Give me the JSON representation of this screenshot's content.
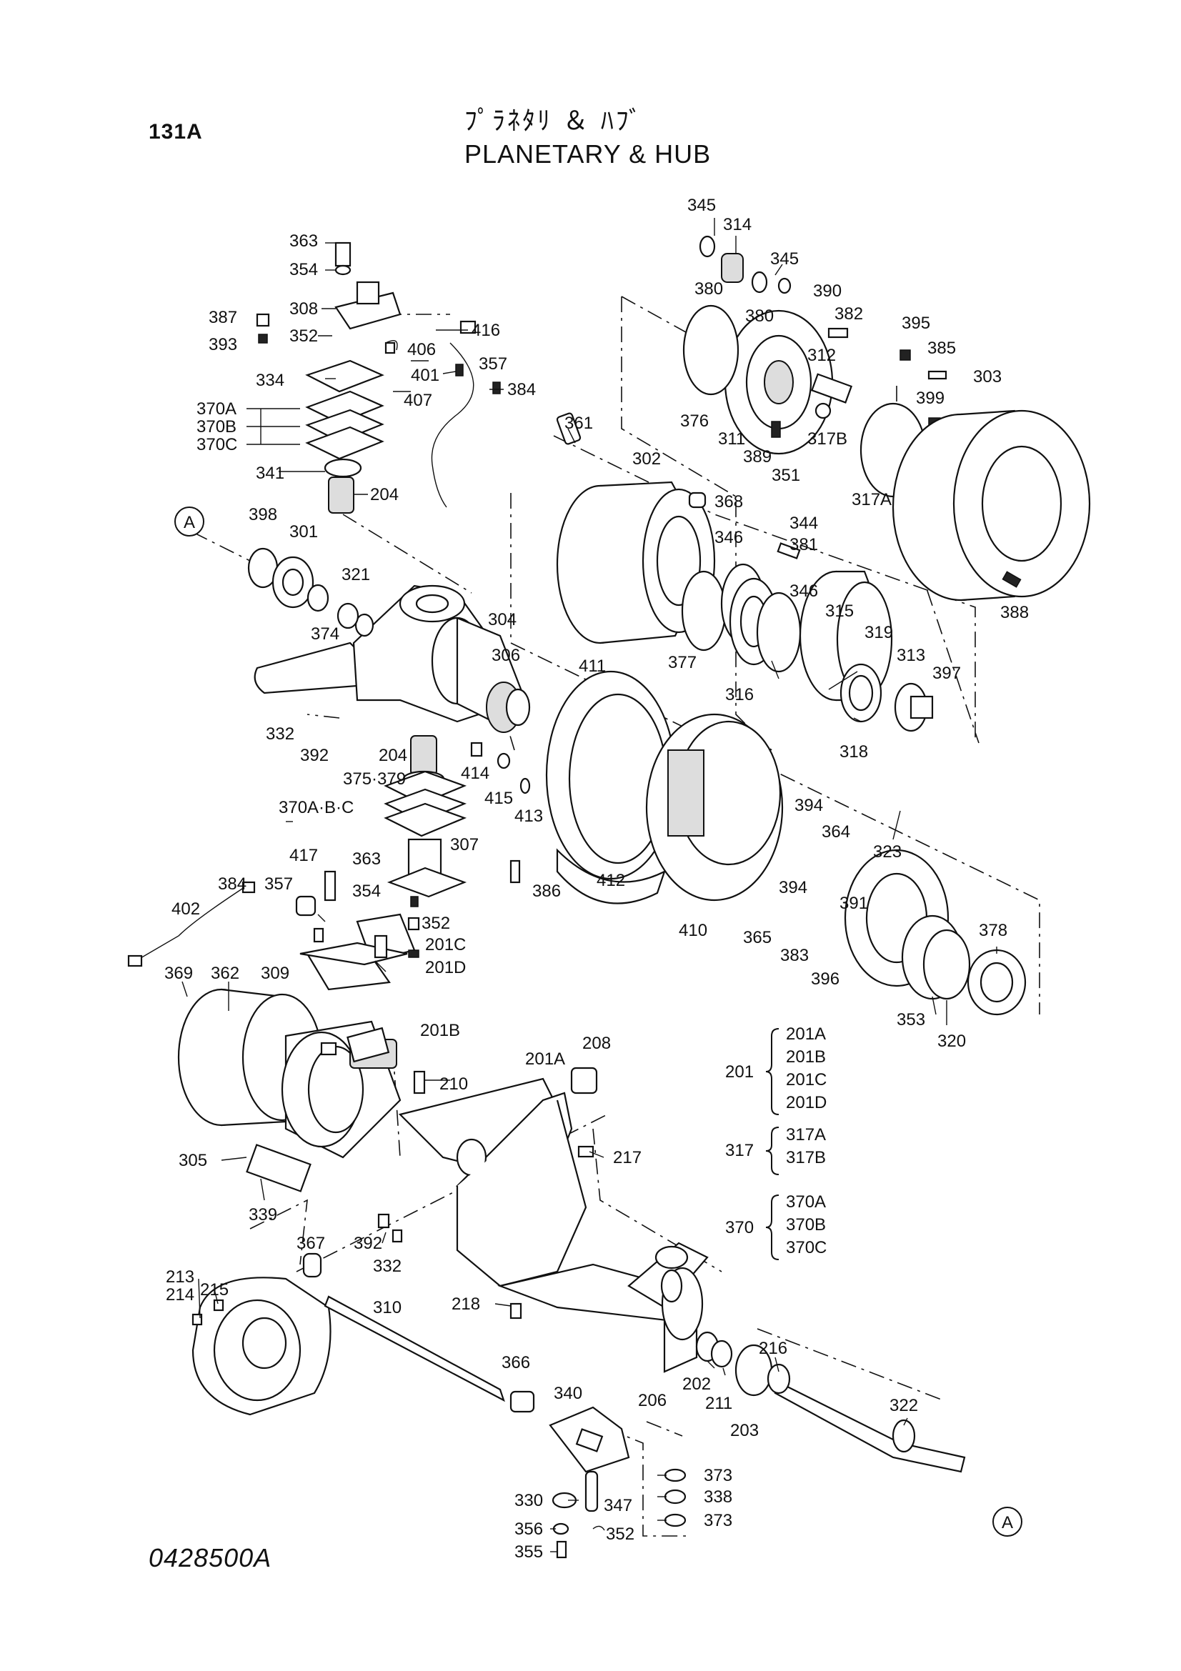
{
  "header": {
    "page_code": "131A",
    "title_jp": "ﾌﾟﾗﾈﾀﾘ ＆ ﾊﾌﾞ",
    "title_en": "PLANETARY & HUB"
  },
  "footer": {
    "drawing_no": "0428500A"
  },
  "ref_markers": [
    "A",
    "A"
  ],
  "callouts": {
    "c345a": "345",
    "c314": "314",
    "c345b": "345",
    "c380a": "380",
    "c380b": "380",
    "c390": "390",
    "c382": "382",
    "c395": "395",
    "c385": "385",
    "c303": "303",
    "c312": "312",
    "c399": "399",
    "c376": "376",
    "c311": "311",
    "c389": "389",
    "c351": "351",
    "c317B": "317B",
    "c317A": "317A",
    "c363a": "363",
    "c354a": "354",
    "c308": "308",
    "c387": "387",
    "c393": "393",
    "c352a": "352",
    "c416": "416",
    "c406": "406",
    "c357a": "357",
    "c401": "401",
    "c384a": "384",
    "c407": "407",
    "c334": "334",
    "c370A": "370A",
    "c370B": "370B",
    "c370C": "370C",
    "c341": "341",
    "c204a": "204",
    "c361": "361",
    "c302": "302",
    "c368": "368",
    "c398": "398",
    "c301": "301",
    "c321": "321",
    "c344": "344",
    "c381": "381",
    "c346a": "346",
    "c346b": "346",
    "c388": "388",
    "c304": "304",
    "c374": "374",
    "c315": "315",
    "c319": "319",
    "c313": "313",
    "c397": "397",
    "c306": "306",
    "c411": "411",
    "c377": "377",
    "c316": "316",
    "c318": "318",
    "c332a": "332",
    "c392a": "392",
    "c204b": "204",
    "c414": "414",
    "c375": "375·379",
    "c415": "415",
    "c413": "413",
    "c370ABC": "370A·B·C",
    "c394a": "394",
    "c364": "364",
    "c323": "323",
    "c307": "307",
    "c417": "417",
    "c363b": "363",
    "c384b": "384",
    "c357b": "357",
    "c354b": "354",
    "c386": "386",
    "c412": "412",
    "c394b": "394",
    "c391": "391",
    "c402": "402",
    "c352b": "352",
    "c201C": "201C",
    "c201D": "201D",
    "c410": "410",
    "c365": "365",
    "c383": "383",
    "c378": "378",
    "c396": "396",
    "c369": "369",
    "c362": "362",
    "c309": "309",
    "c353": "353",
    "c320": "320",
    "c201B": "201B",
    "c201A": "201A",
    "c208": "208",
    "c210": "210",
    "c217": "217",
    "c305": "305",
    "c339": "339",
    "c392b": "392",
    "c332b": "332",
    "c367": "367",
    "c213": "213",
    "c214": "214",
    "c215": "215",
    "c310": "310",
    "c218": "218",
    "c216": "216",
    "c202": "202",
    "c211": "211",
    "c206": "206",
    "c203": "203",
    "c366": "366",
    "c340": "340",
    "c322": "322",
    "c373a": "373",
    "c338": "338",
    "c373b": "373",
    "c330": "330",
    "c347": "347",
    "c356": "356",
    "c352c": "352",
    "c355": "355"
  },
  "groups": [
    {
      "id": "201",
      "label": "201",
      "members": [
        "201A",
        "201B",
        "201C",
        "201D"
      ]
    },
    {
      "id": "317",
      "label": "317",
      "members": [
        "317A",
        "317B"
      ]
    },
    {
      "id": "370",
      "label": "370",
      "members": [
        "370A",
        "370B",
        "370C"
      ]
    }
  ]
}
